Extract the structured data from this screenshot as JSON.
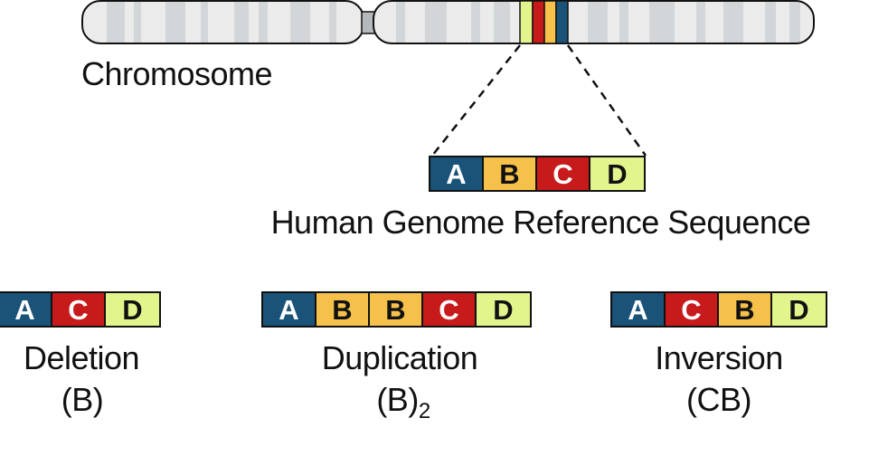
{
  "chromosome": {
    "label": "Chromosome"
  },
  "reference": {
    "label": "Human Genome Reference Sequence",
    "segments": [
      "A",
      "B",
      "C",
      "D"
    ]
  },
  "variants": [
    {
      "name": "Deletion",
      "notation": "(B)",
      "notation_subscript": "",
      "segments": [
        "A",
        "C",
        "D"
      ]
    },
    {
      "name": "Duplication",
      "notation": "(B)",
      "notation_subscript": "2",
      "segments": [
        "A",
        "B",
        "B",
        "C",
        "D"
      ]
    },
    {
      "name": "Inversion",
      "notation": "(CB)",
      "notation_subscript": "",
      "segments": [
        "A",
        "C",
        "B",
        "D"
      ]
    }
  ],
  "colors": {
    "A": "#1a5278",
    "B": "#f6c14a",
    "C": "#c71a1a",
    "D": "#e2f58c",
    "chromosome_body": "#ebebeb",
    "chromosome_band": "#d3d6d8",
    "outline": "#111111"
  }
}
